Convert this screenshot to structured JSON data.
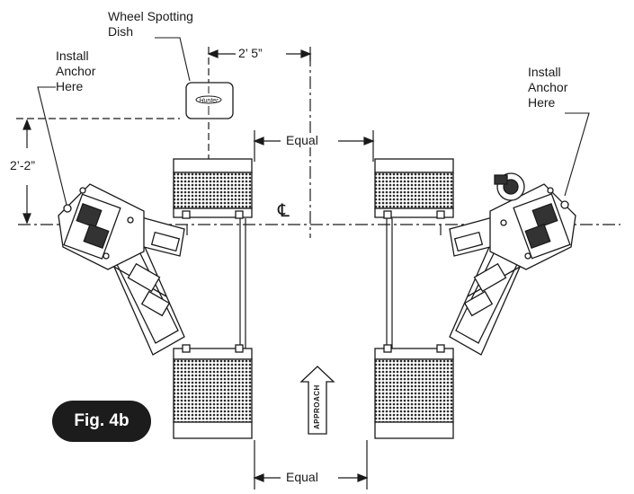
{
  "labels": {
    "wheel_spotting_dish": [
      "Wheel Spotting",
      "Dish"
    ],
    "install_anchor_left": [
      "Install",
      "Anchor",
      "Here"
    ],
    "install_anchor_right": [
      "Install",
      "Anchor",
      "Here"
    ]
  },
  "dimensions": {
    "top_offset": "2’ 5”",
    "height_offset": "2’-2”",
    "equal_top": "Equal",
    "equal_bottom": "Equal"
  },
  "centerline_symbol": "℄",
  "approach_text": "APPROACH",
  "figure_label": "Fig. 4b",
  "dish_brand": "Hunter",
  "colors": {
    "ink": "#1a1a1a",
    "badge": "#1c1c1c",
    "mesh": "#2a2a2a"
  }
}
